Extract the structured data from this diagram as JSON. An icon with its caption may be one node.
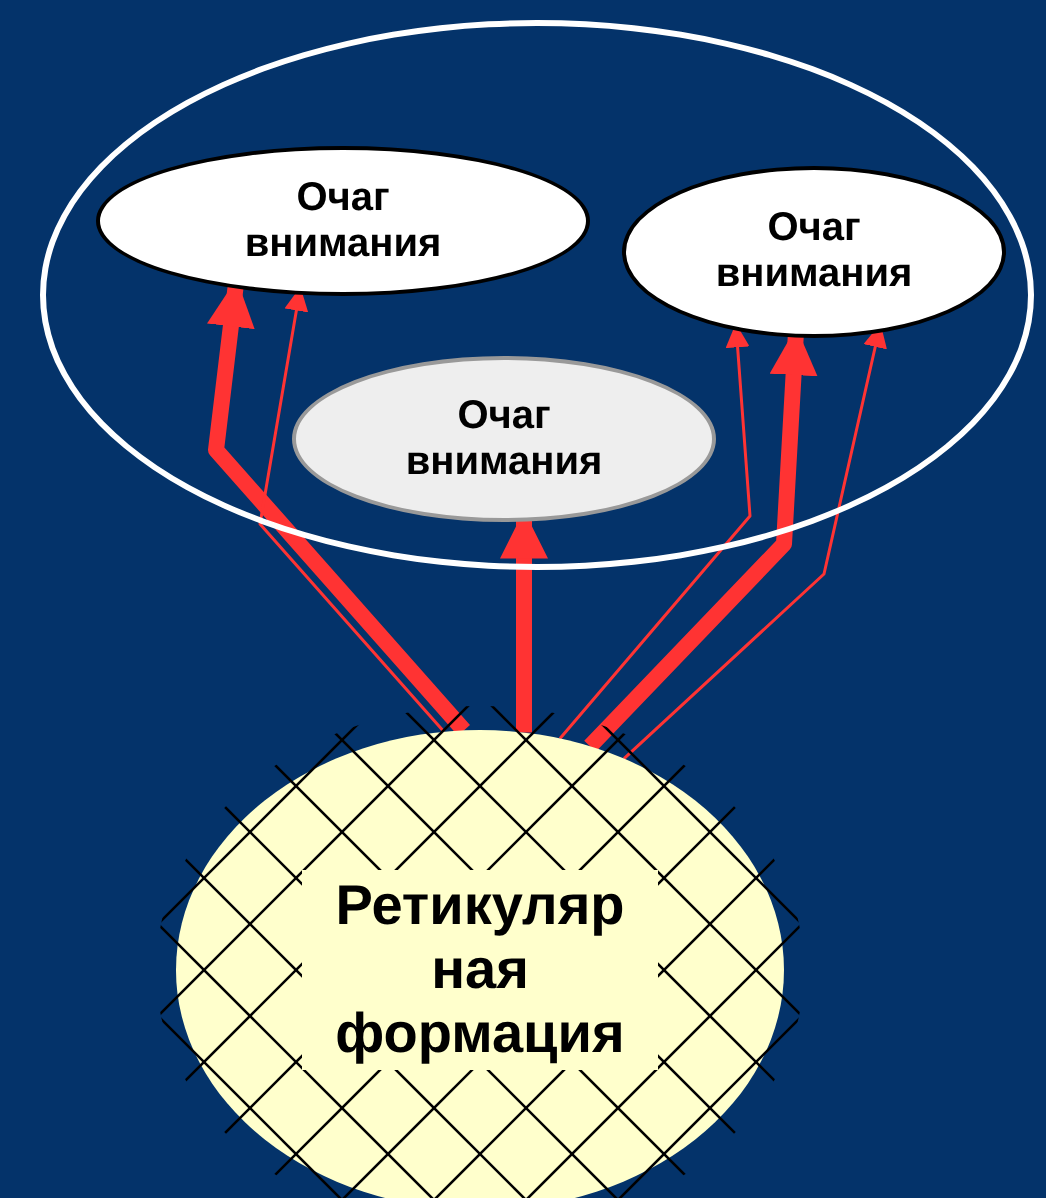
{
  "diagram": {
    "nodes": [
      {
        "text": [],
        "shape": "circle"
      },
      {
        "text": [
          "Очаг внимания"
        ],
        "in": 0
      },
      {
        "text": [
          "Очаг внимания"
        ],
        "in": 0
      },
      {
        "text": [
          "Очаг внимания"
        ],
        "in": 0
      },
      {
        "text": [
          "Ретикуляр ная формация"
        ]
      }
    ],
    "edges": [
      {
        "from": 4,
        "to": 1,
        "arrow": "to",
        "style": "thick"
      },
      {
        "from": 4,
        "to": 1,
        "arrow": "to"
      },
      {
        "from": 4,
        "to": 3,
        "arrow": "to",
        "style": "thick"
      },
      {
        "from": 4,
        "to": 2,
        "arrow": "to"
      },
      {
        "from": 4,
        "to": 2,
        "arrow": "to",
        "style": "thick"
      },
      {
        "from": 4,
        "to": 2,
        "arrow": "to"
      }
    ]
  }
}
